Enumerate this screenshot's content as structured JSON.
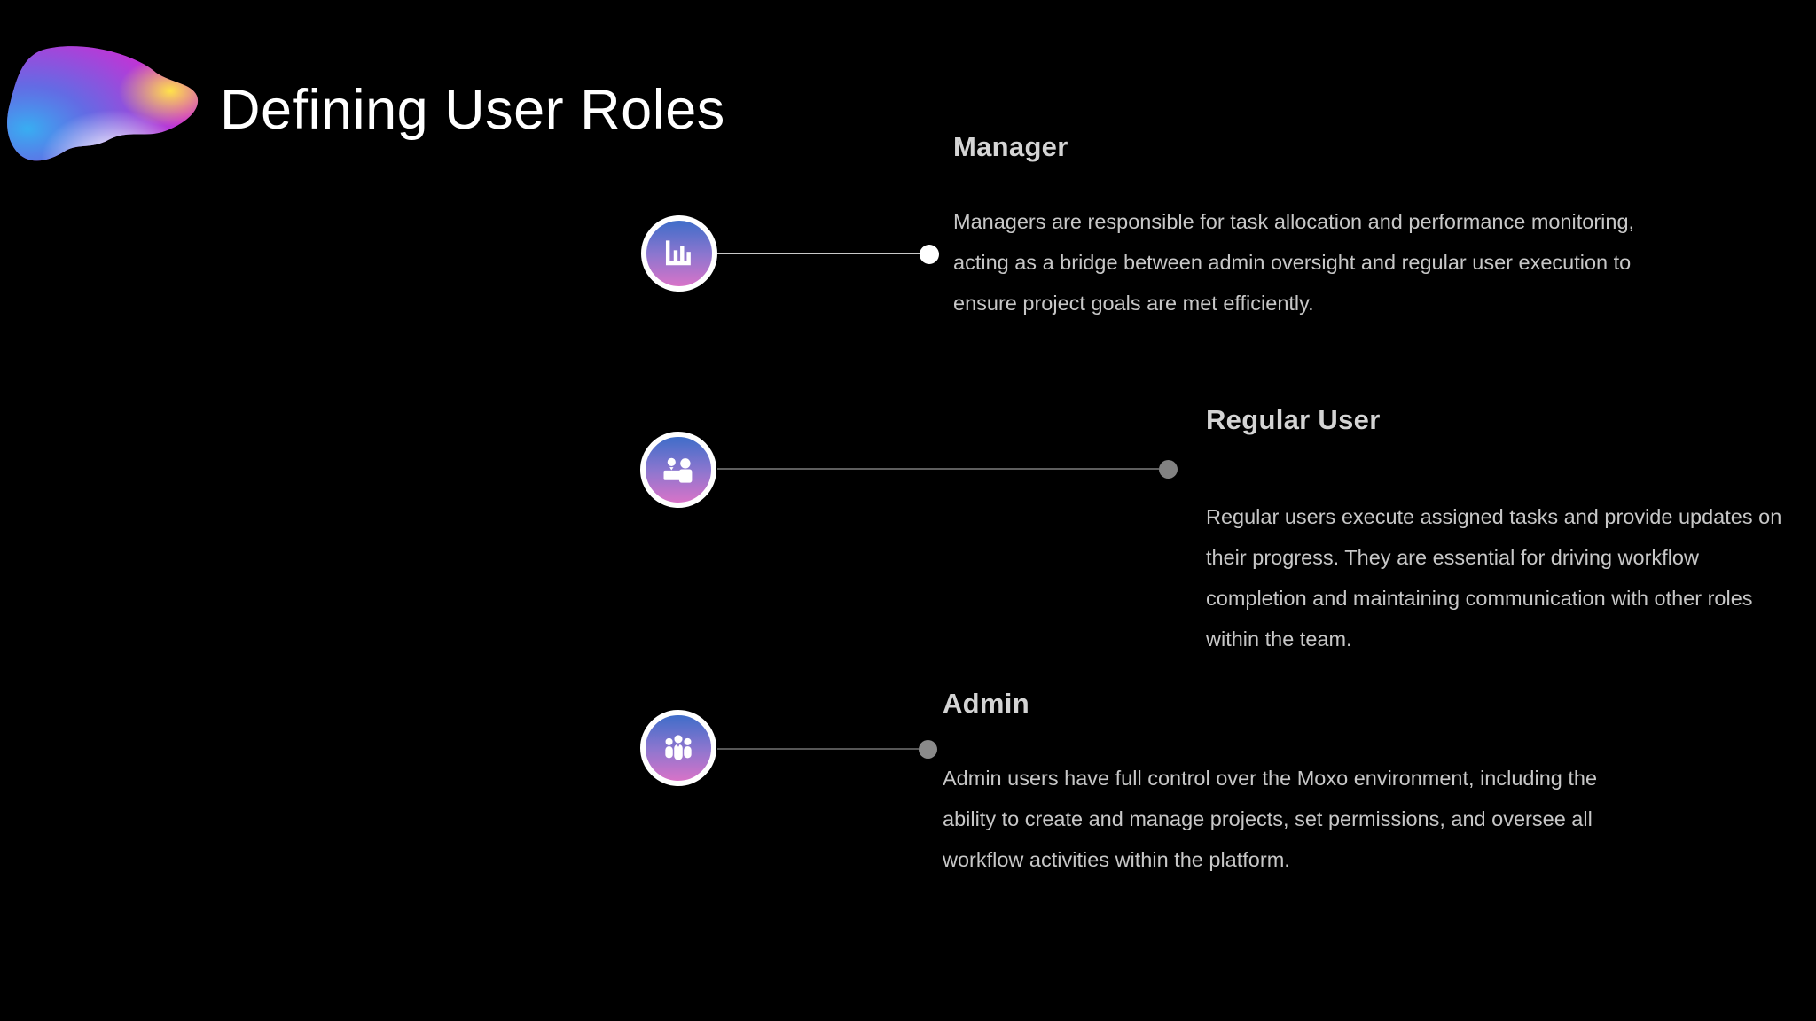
{
  "slide": {
    "title": "Defining User Roles"
  },
  "logo": {
    "name": "gradient-blob-logo",
    "colors": {
      "magenta": "#cb2ed4",
      "blue": "#38aef2",
      "yellow": "#ffe24a",
      "highlight": "#ffffff"
    }
  },
  "colors": {
    "background": "#000000",
    "title_text": "#ffffff",
    "role_title_text": "#d4d4d4",
    "body_text": "#c7c7c7",
    "icon_gradient_top": "#3f6dc9",
    "icon_gradient_mid": "#8d76cf",
    "icon_gradient_bottom": "#d873c8",
    "icon_ring": "#ffffff",
    "connector_manager": "#c9c9c9",
    "connector_manager_dot": "#ffffff",
    "connector_gray": "#5e5e5e",
    "connector_gray_dot": "#8a8a8a"
  },
  "roles": [
    {
      "name": "Manager",
      "icon": "bar-chart-icon",
      "description": "Managers are responsible for task allocation and performance monitoring, acting as a bridge between admin oversight and regular user execution to ensure project goals are met efficiently."
    },
    {
      "name": "Regular User",
      "icon": "coworkers-desk-icon",
      "description": "Regular users execute assigned tasks and provide updates on their progress. They are essential for driving workflow completion and maintaining communication with other roles within the team."
    },
    {
      "name": "Admin",
      "icon": "team-group-icon",
      "description": "Admin users have full control over the Moxo environment, including the ability to create and manage projects, set permissions, and oversee all workflow activities within the platform."
    }
  ]
}
